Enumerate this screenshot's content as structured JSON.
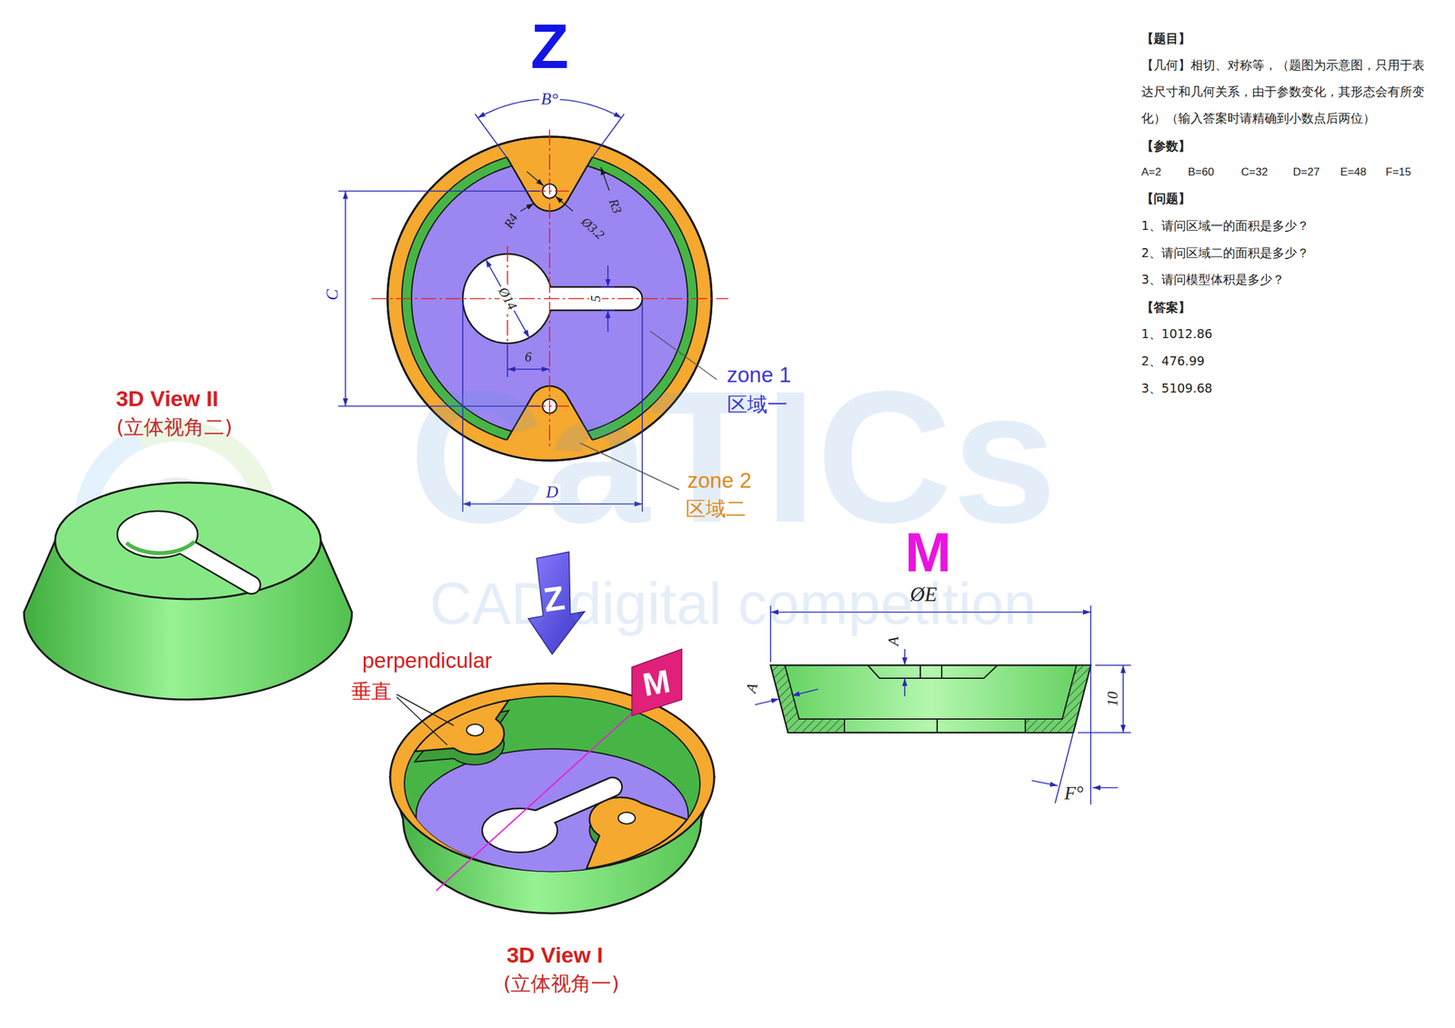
{
  "diagram": {
    "labels": [
      "Z",
      "B°",
      "R3",
      "R4",
      "Ø3.2",
      "C",
      "Ø14",
      "5",
      "6",
      "zone 1",
      "区域一",
      "D",
      "zone 2",
      "区域二",
      "3D View II",
      "(立体视角二)",
      "perpendicular",
      "垂直",
      "Z",
      "M",
      "3D View I",
      "(立体视角一)",
      "M",
      "ØE",
      "A",
      "A",
      "10",
      "F°",
      "CaTICs",
      "CAD digital competition",
      "【题目】",
      "【几何】相切、对称等，（题图为示意图，只用于表达尺寸和几何关系，由于参数变化，其形态会有所变化）（输入答案时请精确到小数点后两位）",
      "【参数】",
      "A=2",
      "B=60",
      "C=32",
      "D=27",
      "E=48",
      "F=15",
      "【问题】",
      "1、请问区域一的面积是多少？",
      "2、请问区域二的面积是多少？",
      "3、请问模型体积是多少？",
      "【答案】",
      "1、1012.86",
      "2、476.99",
      "3、5109.68"
    ]
  }
}
